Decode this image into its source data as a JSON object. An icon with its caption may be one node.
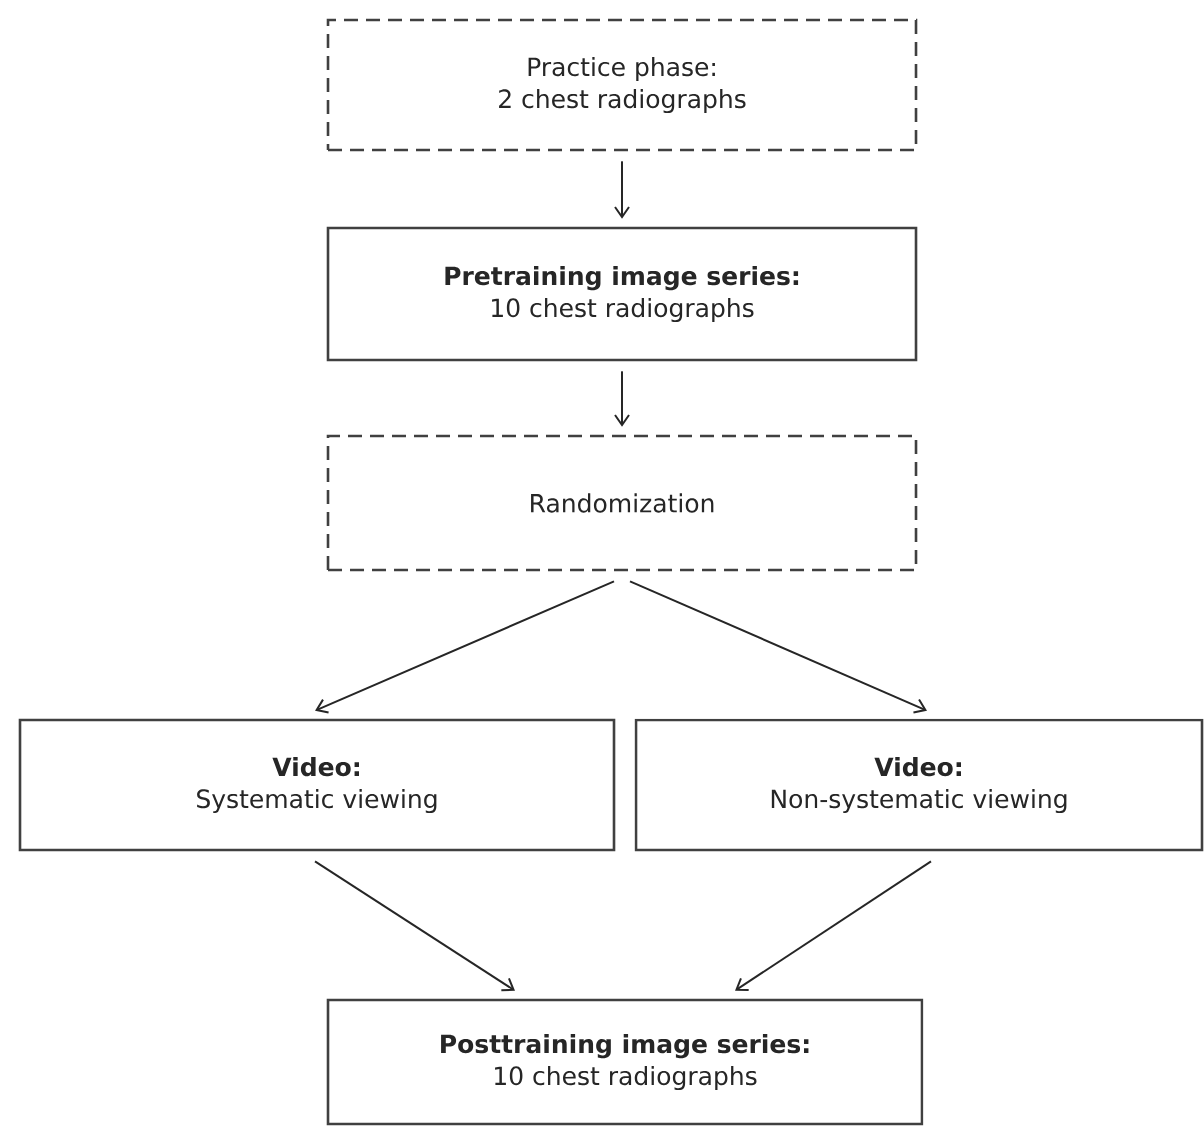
{
  "diagram": {
    "nodes": [
      {
        "text": [
          "Practice phase:",
          "2 chest radiographs"
        ]
      },
      {
        "text": [
          "Pretraining image series:",
          "10 chest radiographs"
        ]
      },
      {
        "text": [
          "Randomization"
        ]
      },
      {
        "text": [
          "Video:",
          "Systematic viewing"
        ]
      },
      {
        "text": [
          "Video:",
          "Non-systematic viewing"
        ]
      },
      {
        "text": [
          "Posttraining image series:",
          "10 chest radiographs"
        ]
      }
    ],
    "edges": [
      {
        "from": 0,
        "to": 1,
        "arrow": "to"
      },
      {
        "from": 1,
        "to": 2,
        "arrow": "to"
      },
      {
        "from": 2,
        "to": 3,
        "arrow": "to"
      },
      {
        "from": 2,
        "to": 4,
        "arrow": "to"
      },
      {
        "from": 3,
        "to": 5,
        "arrow": "to"
      },
      {
        "from": 4,
        "to": 5,
        "arrow": "to"
      }
    ]
  }
}
